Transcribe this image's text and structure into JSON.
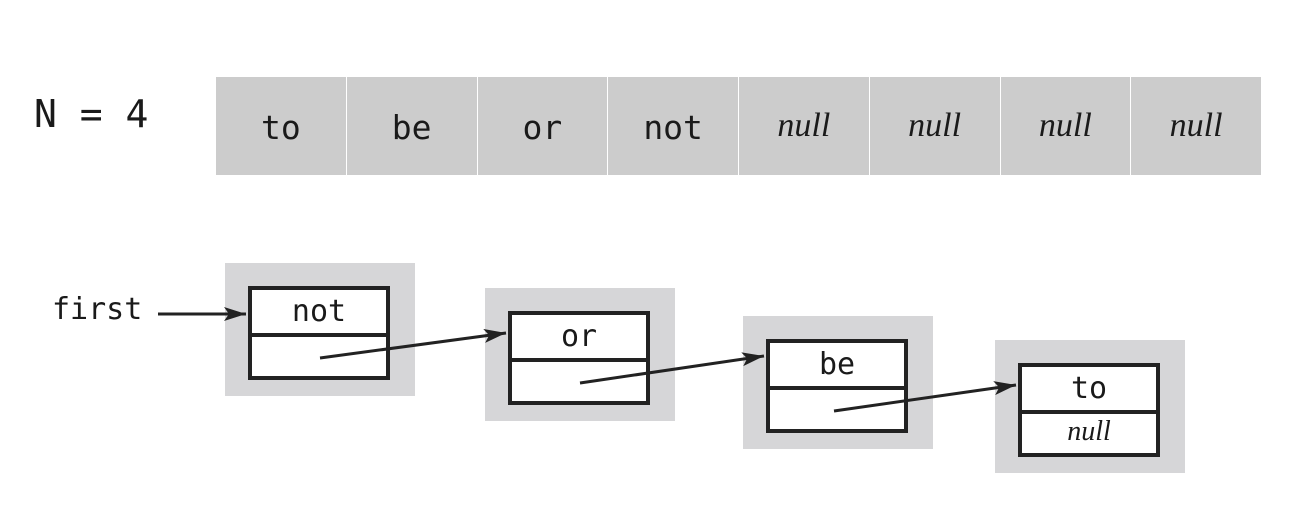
{
  "count_label": "N = 4",
  "array": [
    {
      "value": "to",
      "style": "code"
    },
    {
      "value": "be",
      "style": "code"
    },
    {
      "value": "or",
      "style": "code"
    },
    {
      "value": "not",
      "style": "code"
    },
    {
      "value": "null",
      "style": "null"
    },
    {
      "value": "null",
      "style": "null"
    },
    {
      "value": "null",
      "style": "null"
    },
    {
      "value": "null",
      "style": "null"
    }
  ],
  "list": {
    "first_label": "first",
    "nodes": [
      {
        "item": "not",
        "next": ""
      },
      {
        "item": "or",
        "next": ""
      },
      {
        "item": "be",
        "next": ""
      },
      {
        "item": "to",
        "next": "null"
      }
    ]
  },
  "colors": {
    "array_fill": "#cccccc",
    "node_background": "#d6d6d8",
    "stroke": "#222222"
  }
}
